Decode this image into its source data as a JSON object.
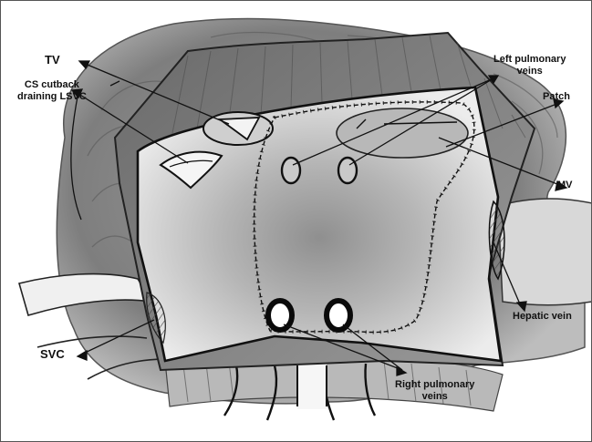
{
  "labels": {
    "tv": "TV",
    "cs_cutback_line1": "CS cutback",
    "cs_cutback_line2": "draining LSVC",
    "left_pulmonary_line1": "Left pulmonary",
    "left_pulmonary_line2": "veins",
    "patch": "Patch",
    "mv": "MV",
    "hepatic_vein": "Hepatic vein",
    "svc": "SVC",
    "right_pulmonary_line1": "Right pulmonary",
    "right_pulmonary_line2": "veins"
  },
  "colors": {
    "ink": "#111111",
    "atrium_gradient_center": "#9a9a9a",
    "atrium_gradient_edge": "#e6e6e6",
    "wall_gray": "#7a7a7a",
    "tissue_gray": "#a8a8a8"
  }
}
